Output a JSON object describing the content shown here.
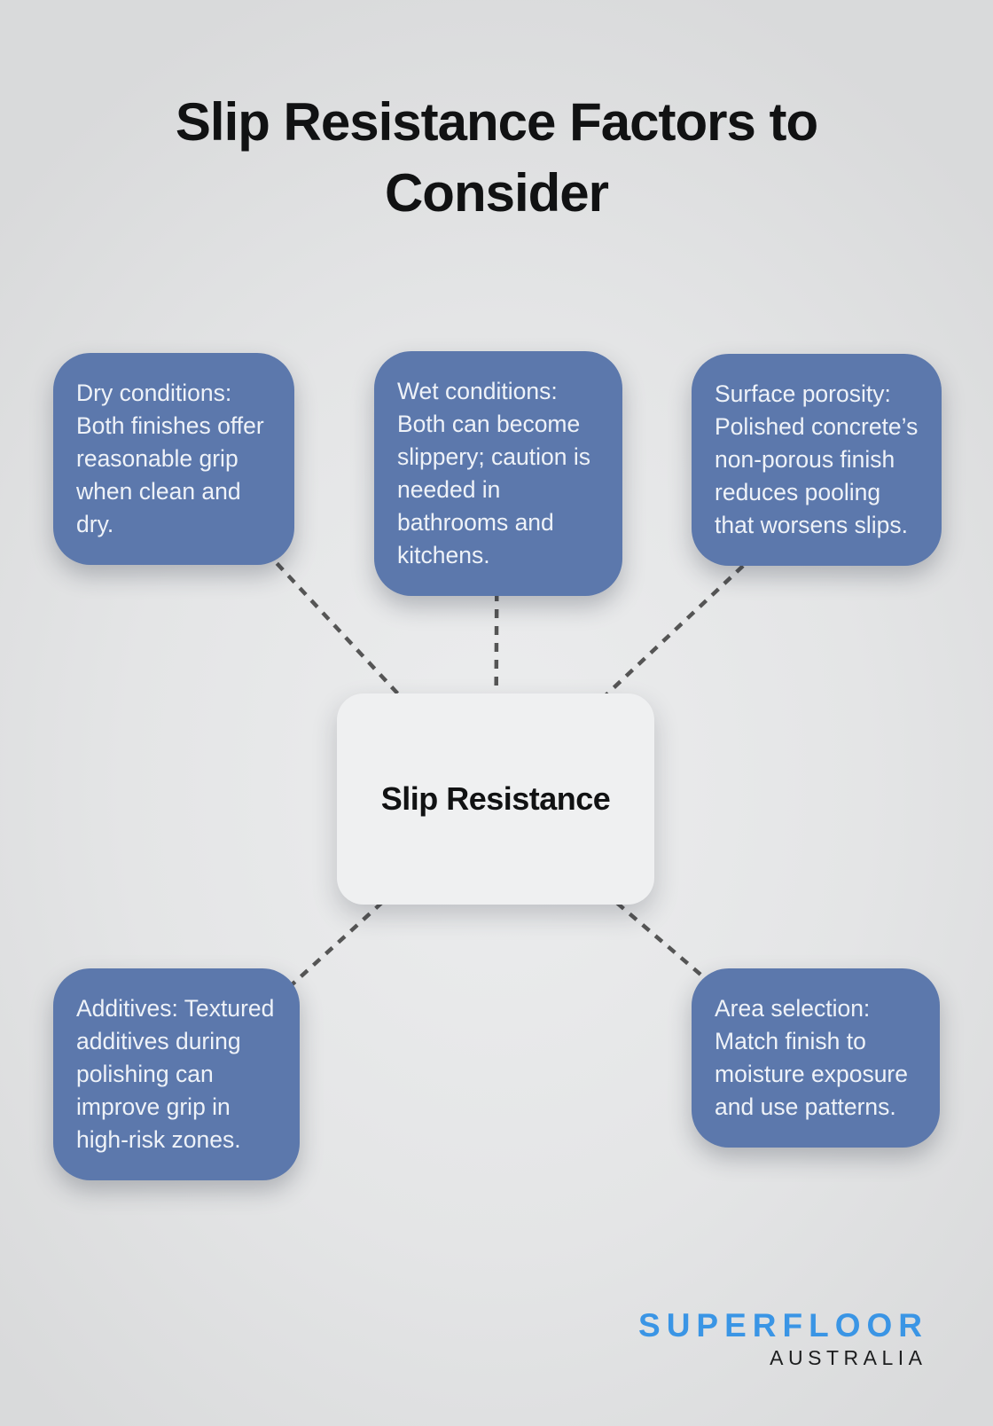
{
  "page": {
    "title": "Slip Resistance Factors to Consider",
    "background_color": "#e4e5e6"
  },
  "diagram": {
    "center": {
      "label": "Slip Resistance"
    },
    "nodes": [
      {
        "id": "dry-conditions",
        "text": "Dry conditions: Both finishes offer reasonable grip when clean and dry."
      },
      {
        "id": "wet-conditions",
        "text": "Wet conditions: Both can become slippery; caution is needed in bathrooms and kitchens."
      },
      {
        "id": "surface-porosity",
        "text": "Surface porosity: Polished concrete’s non-porous finish reduces pooling that worsens slips."
      },
      {
        "id": "additives",
        "text": "Additives: Textured additives during polishing can improve grip in high-risk zones."
      },
      {
        "id": "area-selection",
        "text": "Area selection: Match finish to moisture exposure and use patterns."
      }
    ],
    "node_color": "#5c78ac",
    "node_text_color": "#eef2f8",
    "center_node_color": "#eff0f1",
    "connector_color": "#555555"
  },
  "footer": {
    "brand_name": "SUPERFLOOR",
    "brand_region": "AUSTRALIA",
    "brand_color": "#3a95e5",
    "brand_region_color": "#1d1e1f"
  }
}
